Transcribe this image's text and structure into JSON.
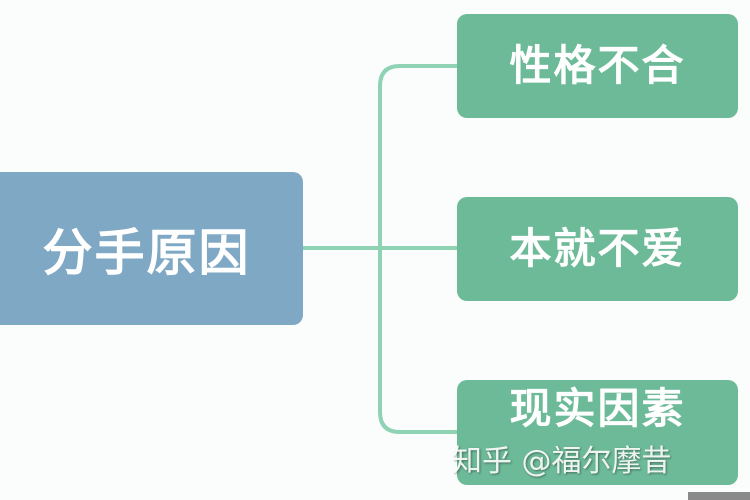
{
  "root": {
    "label": "分手原因",
    "color": "#7fa8c5"
  },
  "children": [
    {
      "label": "性格不合"
    },
    {
      "label": "本就不爱"
    },
    {
      "label": "现实因素"
    }
  ],
  "child_color": "#6dba98",
  "connector_color": "#8fd3b4",
  "watermark": "知乎 @福尔摩昔"
}
